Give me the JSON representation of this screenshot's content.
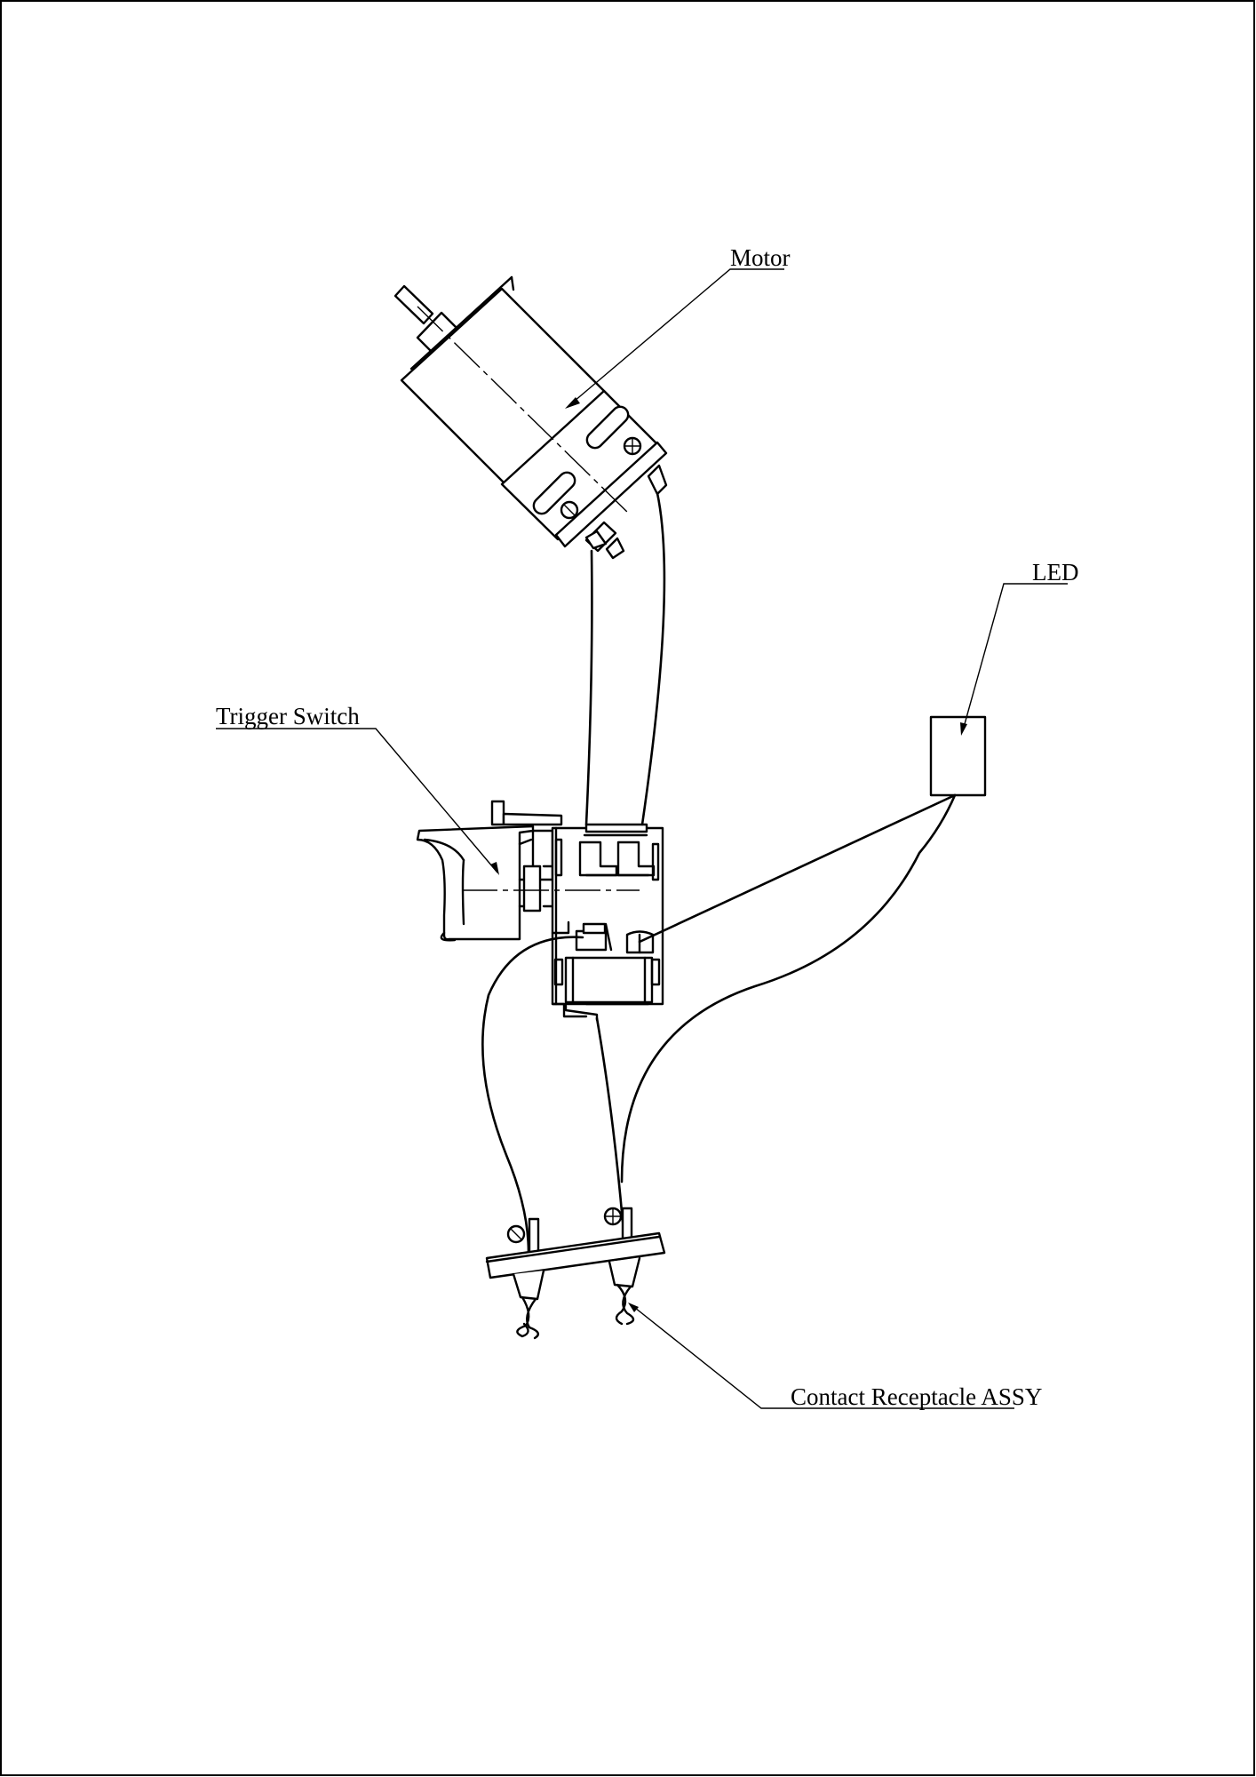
{
  "labels": {
    "motor": "Motor",
    "led": "LED",
    "trigger_switch": "Trigger Switch",
    "contact_receptacle": "Contact Receptacle ASSY"
  },
  "polarity": {
    "plus": "+",
    "minus": "−"
  }
}
